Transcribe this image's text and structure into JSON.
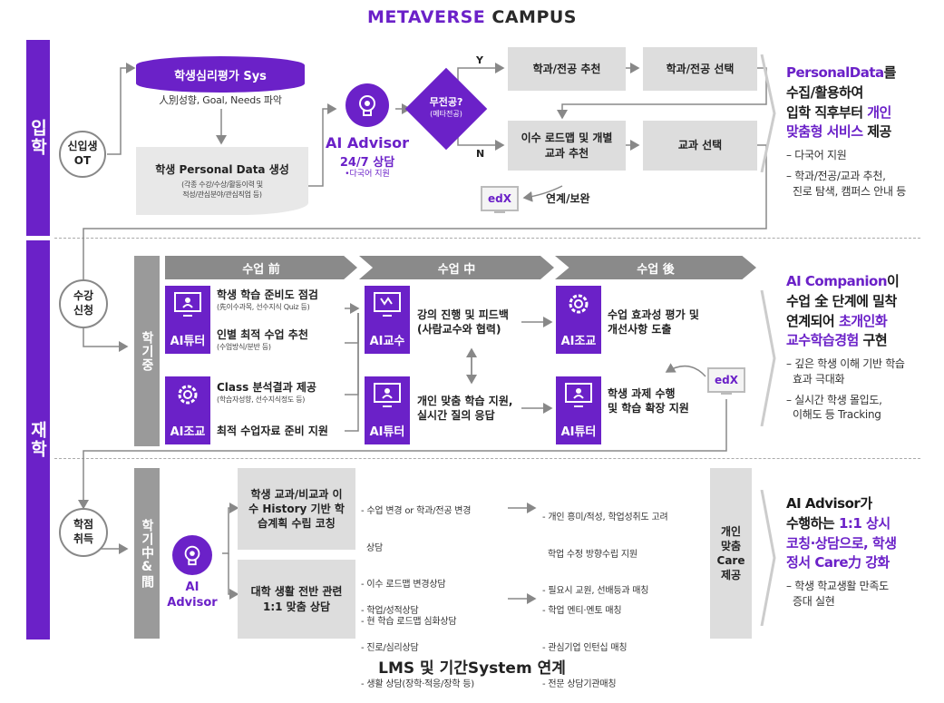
{
  "header": {
    "title_accent": "METAVERSE",
    "title_rest": "CAMPUS"
  },
  "footer": "LMS 및 기간System 연계",
  "phases": {
    "admission": "입학",
    "enrolled": "재학"
  },
  "admission": {
    "orientation": "신입생 OT",
    "psych_eval": {
      "title": "학생심리평가 Sys",
      "desc": "人別성향, Goal, Needs 파악"
    },
    "personal_data": {
      "title": "학생 Personal Data 생성",
      "desc1": "(각종 수강/수상/활동이력 및",
      "desc2": "적성/관심분야/관심직업 등)"
    },
    "ai_advisor": {
      "title": "AI Advisor",
      "hours": "24/7 상담",
      "lang": "•다국어 지원"
    },
    "decision": {
      "q": "무전공?",
      "sub": "(메타전공)",
      "yes": "Y",
      "no": "N"
    },
    "boxes": {
      "major_recommend": "학과/전공 추천",
      "major_select": "학과/전공 선택",
      "roadmap": "이수 로드맵 및 개별 교과 추천",
      "course_select": "교과 선택"
    },
    "edx": "edX",
    "link_label": "연계/보완"
  },
  "class_phase": {
    "circle": "수강 신청",
    "side_label": "학기중",
    "stages": [
      "수업 前",
      "수업 中",
      "수업 後"
    ],
    "badges": {
      "tutor1": "AI튜터",
      "assist1": "AI조교",
      "prof": "AI교수",
      "tutor2": "AI튜터",
      "assist2": "AI조교",
      "tutor3": "AI튜터"
    },
    "before": [
      {
        "main": "학생 학습 준비도 점검",
        "sub": "(先이수과목, 선수지식 Quiz 등)"
      },
      {
        "main": "인별 최적 수업 추천",
        "sub": "(수업방식/분반 등)"
      },
      {
        "main": "Class 분석결과 제공",
        "sub": "(학습자성향, 선수지식정도 등)"
      },
      {
        "main": "최적 수업자료 준비 지원",
        "sub": ""
      }
    ],
    "during": [
      {
        "main": "강의 진행 및 피드백",
        "sub": "(사람교수와 협력)"
      },
      {
        "main": "개인 맞춤 학습 지원,",
        "sub": "실시간 질의 응답"
      }
    ],
    "after": [
      {
        "main": "수업 효과성 평가 및",
        "sub": "개선사항 도출"
      },
      {
        "main": "학생 과제 수행",
        "sub": "및 학습 확장 지원"
      }
    ],
    "edx": "edX"
  },
  "credit_phase": {
    "circle": "학점 취득",
    "side_label": "학기中&間",
    "advisor": "AI Advisor",
    "box1": "학생 교과/비교과 이수 History 기반 학습계획 수립 코칭",
    "box2": "대학 생활 전반 관련 1:1 맞춤 상담",
    "list1": [
      "- 수업 변경 or 학과/전공 변경",
      "  상담",
      "- 이수 로드맵 변경상담",
      "- 현 학습 로드맵 심화상담"
    ],
    "list1b": [
      "- 개인 흥미/적성, 학업성취도 고려",
      "  학업 수정 방향수립 지원",
      "- 필요시 교원, 선배등과 매칭"
    ],
    "list2": [
      "- 학업/성적상담",
      "- 진로/심리상담",
      "- 생활 상담(장학·적응/장학 등)"
    ],
    "list2b": [
      "- 학업 멘티·멘토 매칭",
      "- 관심기업 인턴십 매칭",
      "- 전문 상담기관매칭"
    ],
    "care": "개인 맞춤 Care 제공"
  },
  "right": {
    "s1": {
      "l1a": "PersonalData",
      "l1b": "를",
      "l2": "수집/활용하여",
      "l3a": "입학 직후부터 ",
      "l3b": "개인",
      "l4a": "맞춤형 서비스",
      "l4b": " 제공",
      "b1": "– 다국어 지원",
      "b2": "– 학과/전공/교과 추천,",
      "b3": "  진로 탐색, 캠퍼스 안내 등"
    },
    "s2": {
      "l1a": "AI Companion",
      "l1b": "이",
      "l2": "수업 全 단계에 밀착",
      "l3a": "연계되어 ",
      "l3b": "초개인화",
      "l4a": "교수학습경험",
      "l4b": " 구현",
      "b1": "– 깊은 학생 이해 기반 학습",
      "b2": "  효과 극대화",
      "b3": "– 실시간 학생 몰입도,",
      "b4": "  이해도 등 Tracking"
    },
    "s3": {
      "l1a": "AI Advisor",
      "l1b": "가",
      "l2a": "수행하는 ",
      "l2b": "1:1 상시",
      "l3a": "코칭·상담으로, ",
      "l3b": "학생",
      "l4a": "정서 Care力 강화",
      "b1": "– 학생 학교생활 만족도",
      "b2": "  증대 실현"
    }
  }
}
